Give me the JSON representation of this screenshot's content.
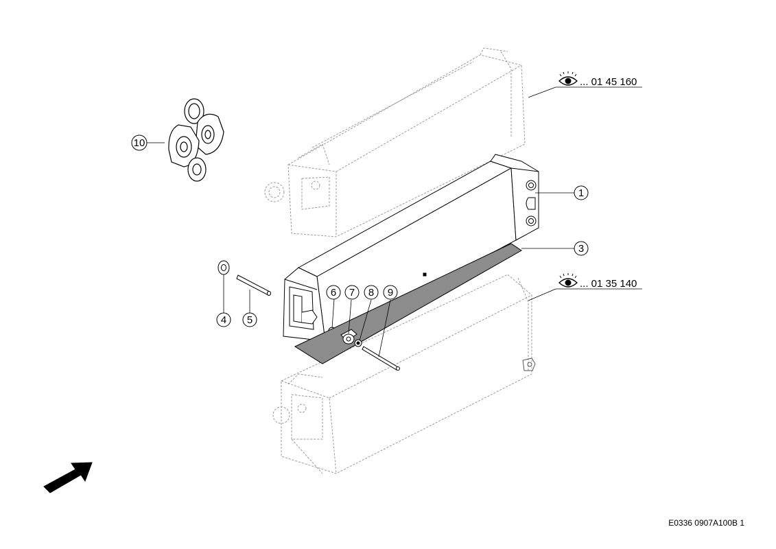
{
  "callouts": [
    {
      "id": "1",
      "label": "1"
    },
    {
      "id": "3",
      "label": "3"
    },
    {
      "id": "4",
      "label": "4"
    },
    {
      "id": "5",
      "label": "5"
    },
    {
      "id": "6",
      "label": "6"
    },
    {
      "id": "7",
      "label": "7"
    },
    {
      "id": "8",
      "label": "8"
    },
    {
      "id": "9",
      "label": "9"
    },
    {
      "id": "10",
      "label": "10"
    }
  ],
  "references": {
    "top": "... 01 45 160",
    "bottom": "... 01 35 140"
  },
  "icons": {
    "reference": "eye-icon",
    "direction": "arrow-icon"
  },
  "footer_code": "E0336 0907A100B 1"
}
